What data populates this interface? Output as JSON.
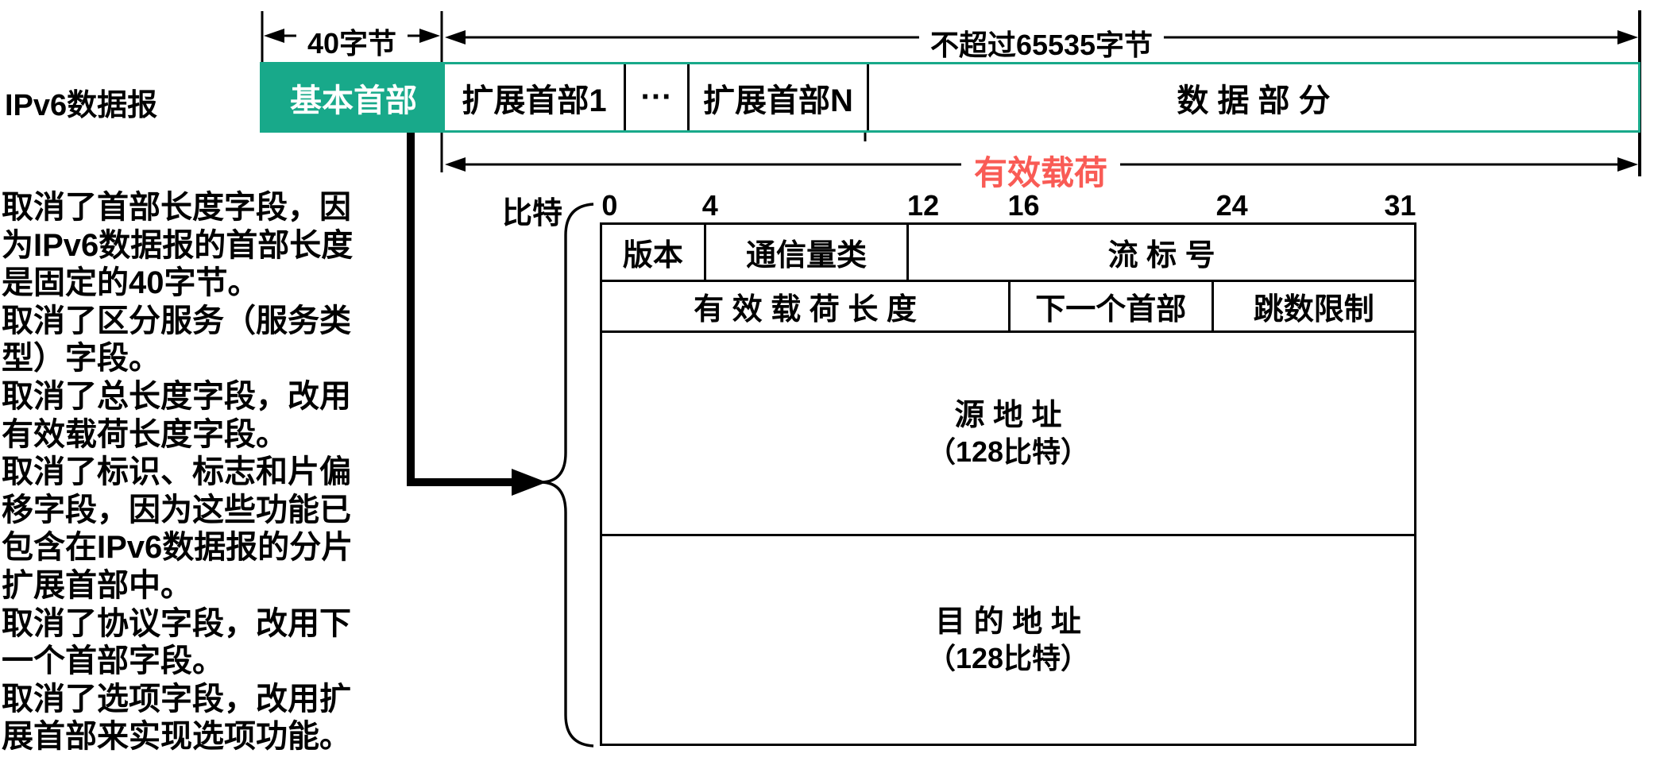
{
  "colors": {
    "teal": "#18A98A",
    "red": "#F95B55"
  },
  "ipv6_row": {
    "label": "IPv6数据报",
    "dim_basic": "40字节",
    "dim_total": "不超过65535字节",
    "payload_label": "有效载荷",
    "boxes": [
      {
        "label": "基本首部"
      },
      {
        "label": "扩展首部1"
      },
      {
        "label": "···"
      },
      {
        "label": "扩展首部N"
      },
      {
        "label": "数 据 部 分"
      }
    ]
  },
  "notes": {
    "lines": [
      "取消了首部长度字段，因",
      "为IPv6数据报的首部长度",
      "是固定的40字节。",
      "取消了区分服务（服务类",
      "型）字段。",
      "取消了总长度字段，改用",
      "有效载荷长度字段。",
      "取消了标识、标志和片偏",
      "移字段，因为这些功能已",
      "包含在IPv6数据报的分片",
      "扩展首部中。",
      "取消了协议字段，改用下",
      "一个首部字段。",
      "取消了选项字段，改用扩",
      "展首部来实现选项功能。"
    ]
  },
  "bit_ruler": {
    "label": "比特",
    "ticks": [
      "0",
      "4",
      "12",
      "16",
      "24",
      "31"
    ]
  },
  "header": {
    "row1": [
      {
        "label": "版本"
      },
      {
        "label": "通信量类"
      },
      {
        "label": "流 标 号"
      }
    ],
    "row2": [
      {
        "label": "有 效 载 荷 长 度"
      },
      {
        "label": "下一个首部"
      },
      {
        "label": "跳数限制"
      }
    ],
    "source": {
      "title": "源 地 址",
      "subtitle": "（128比特）"
    },
    "dest": {
      "title": "目 的 地 址",
      "subtitle": "（128比特）"
    }
  }
}
